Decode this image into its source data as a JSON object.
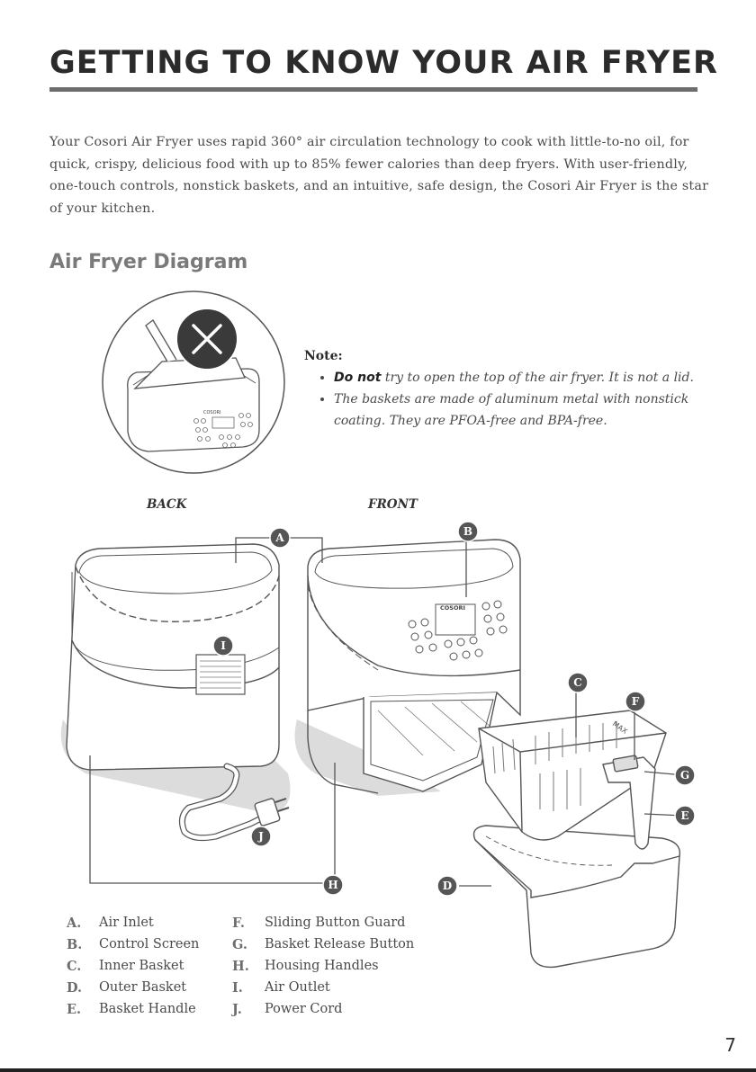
{
  "page": {
    "title": "GETTING TO KNOW YOUR AIR FRYER",
    "intro": "Your Cosori Air Fryer uses rapid 360° air circulation technology to cook with little-to-no oil, for quick, crispy, delicious food with up to 85% fewer calories than deep fryers. With user-friendly, one-touch controls, nonstick baskets, and an intuitive, safe design, the Cosori Air Fryer is the star of your kitchen.",
    "subtitle": "Air Fryer Diagram",
    "page_number": "7"
  },
  "note": {
    "title": "Note:",
    "item1_bold": "Do not",
    "item1_rest": " try to open the top of the air fryer. It is not a lid.",
    "item2": "The baskets are made of aluminum metal with nonstick coating. They are PFOA-free and BPA-free."
  },
  "diagram": {
    "back_label": "BACK",
    "front_label": "FRONT",
    "brand_small": "COSORI",
    "brand_front": "COSORI",
    "max_label": "MAX",
    "callouts": [
      "A",
      "B",
      "C",
      "D",
      "E",
      "F",
      "G",
      "H",
      "I",
      "J"
    ]
  },
  "parts": [
    {
      "letter": "A.",
      "name": "Air Inlet"
    },
    {
      "letter": "B.",
      "name": "Control Screen"
    },
    {
      "letter": "C.",
      "name": "Inner Basket"
    },
    {
      "letter": "D.",
      "name": "Outer Basket"
    },
    {
      "letter": "E.",
      "name": "Basket Handle"
    },
    {
      "letter": "F.",
      "name": "Sliding Button Guard"
    },
    {
      "letter": "G.",
      "name": "Basket Release Button"
    },
    {
      "letter": "H.",
      "name": "Housing Handles"
    },
    {
      "letter": "I.",
      "name": "Air Outlet"
    },
    {
      "letter": "J.",
      "name": "Power Cord"
    }
  ],
  "colors": {
    "heading": "#2b2b2b",
    "subheading": "#7a7a7a",
    "rule": "#6d6d6d",
    "badge": "#555555",
    "shadow": "#dcdcdc"
  }
}
